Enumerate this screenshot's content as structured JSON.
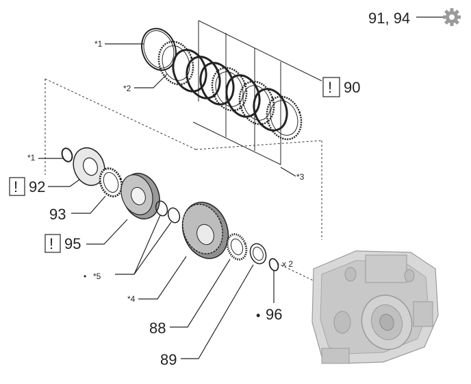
{
  "callouts": {
    "ref_91_94": "91, 94",
    "c90": "90",
    "c92": "92",
    "c93": "93",
    "c95": "95",
    "c88": "88",
    "c89": "89",
    "c96": "96",
    "warn_glyph": "!",
    "bullet": "•"
  },
  "notes": {
    "n1_top": "*1",
    "n2": "*2",
    "n3": "*3",
    "n1_left": "*1",
    "n5": "*5",
    "n4": "*4",
    "x2": "x 2"
  },
  "icons": {
    "gear": "gear-icon",
    "warning": "warning-box-icon"
  },
  "colors": {
    "line": "#222222",
    "part_shade": "#9a9a9a",
    "housing": "#d8d8d8"
  }
}
